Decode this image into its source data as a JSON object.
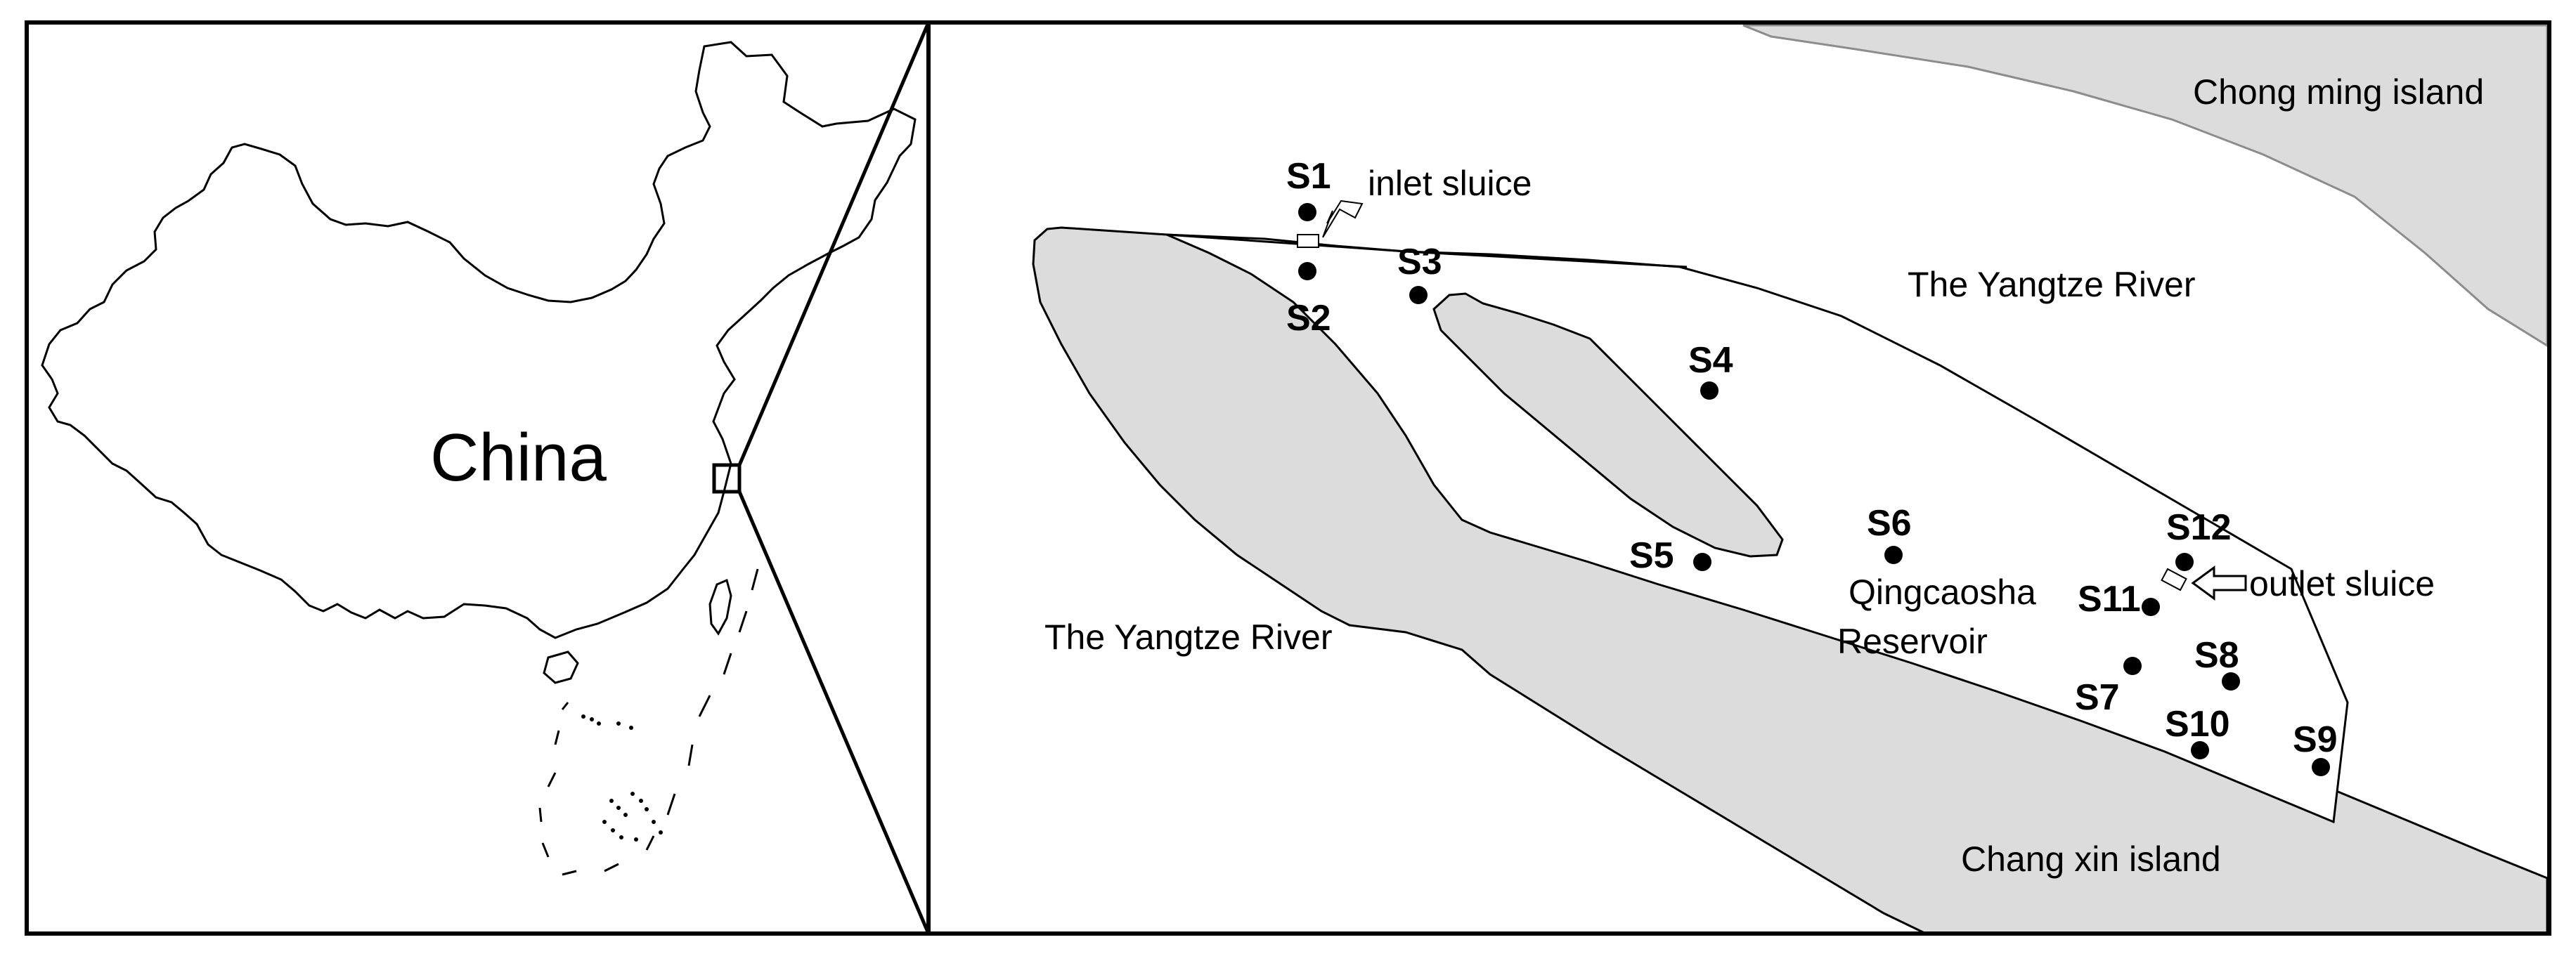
{
  "overview_map": {
    "country_label": "China"
  },
  "detail_map": {
    "water_labels": {
      "river_north": "The Yangtze River",
      "river_south": "The Yangtze River"
    },
    "island_labels": {
      "north": "Chong ming island",
      "south": "Chang xin island"
    },
    "reservoir_label_line1": "Qingcaosha",
    "reservoir_label_line2": "Reservoir",
    "structures": {
      "inlet": "inlet sluice",
      "outlet": "outlet sluice"
    },
    "sites": [
      {
        "id": "S1",
        "label": "S1"
      },
      {
        "id": "S2",
        "label": "S2"
      },
      {
        "id": "S3",
        "label": "S3"
      },
      {
        "id": "S4",
        "label": "S4"
      },
      {
        "id": "S5",
        "label": "S5"
      },
      {
        "id": "S6",
        "label": "S6"
      },
      {
        "id": "S7",
        "label": "S7"
      },
      {
        "id": "S8",
        "label": "S8"
      },
      {
        "id": "S9",
        "label": "S9"
      },
      {
        "id": "S10",
        "label": "S10"
      },
      {
        "id": "S11",
        "label": "S11"
      },
      {
        "id": "S12",
        "label": "S12"
      }
    ],
    "colors": {
      "land": "#dcdcdc",
      "water": "#ffffff",
      "outline": "#000000"
    }
  }
}
